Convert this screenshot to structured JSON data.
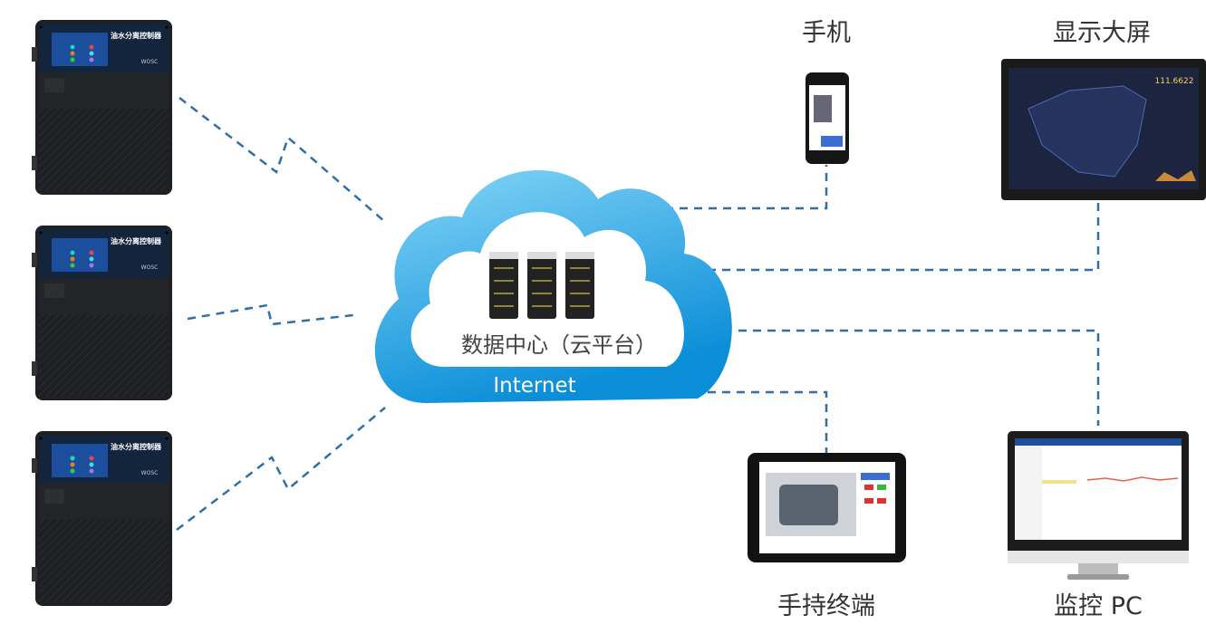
{
  "controller": {
    "title": "油水分离控制器",
    "model": "WOSC"
  },
  "cloud": {
    "title": "数据中心（云平台）",
    "network": "Internet"
  },
  "devices": {
    "phone": "手机",
    "big_screen": "显示大屏",
    "tablet": "手持终端",
    "pc": "监控 PC"
  },
  "big_screen_value": "111.6622",
  "colors": {
    "line": "#2f6fa6",
    "cloud_top": "#7fd0f5",
    "cloud_bottom": "#0a8fd8"
  }
}
